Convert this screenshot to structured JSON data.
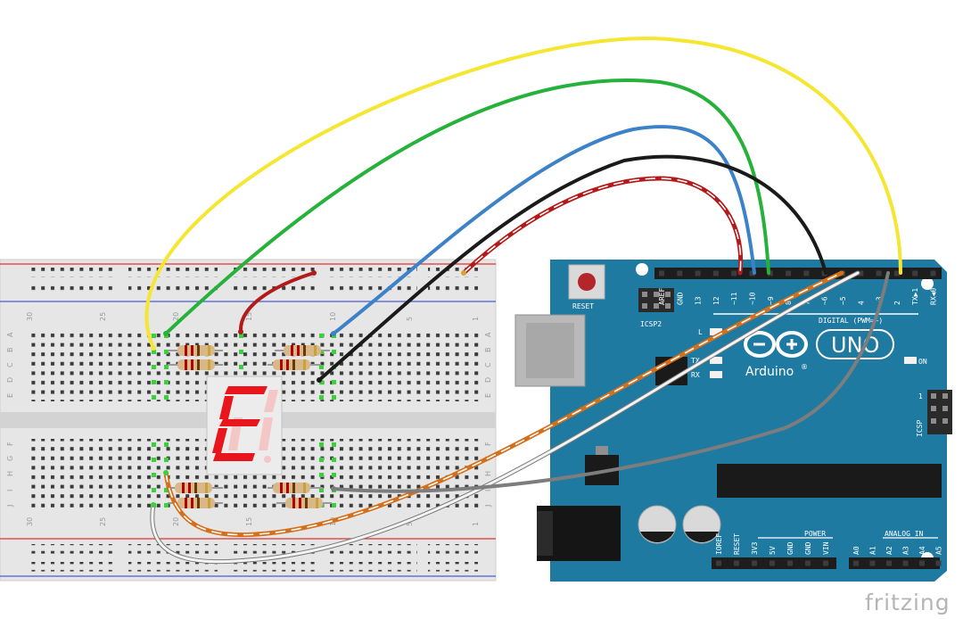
{
  "breadboard": {
    "row_numbers_top": [
      "30",
      "25",
      "20",
      "15",
      "10",
      "5",
      "1"
    ],
    "row_numbers_bottom": [
      "30",
      "25",
      "20",
      "15",
      "10",
      "5",
      "1"
    ],
    "row_letters_top": [
      "A",
      "B",
      "C",
      "D",
      "E"
    ],
    "row_letters_bottom": [
      "F",
      "G",
      "H",
      "I",
      "J"
    ]
  },
  "display": {
    "shown_glyph": "E"
  },
  "arduino": {
    "reset_label": "RESET",
    "icsp2_label": "ICSP2",
    "icsp_label": "ICSP",
    "icsp_pin1": "1",
    "brand_label": "Arduino",
    "brand_suffix": "®",
    "model_label": "UNO",
    "digital_label": "DIGITAL (PWM=~)",
    "on_label": "ON",
    "led_l": "L",
    "led_tx": "TX",
    "led_rx": "RX",
    "power_label": "POWER",
    "analog_label": "ANALOG IN",
    "digital_pins": [
      "AREF",
      "GND",
      "13",
      "12",
      "~11",
      "~10",
      "~9",
      "8",
      "7",
      "~6",
      "~5",
      "4",
      "~3",
      "2",
      "TX▶1",
      "RX◀0"
    ],
    "power_pins": [
      "IOREF",
      "RESET",
      "3V3",
      "5V",
      "GND",
      "GND",
      "VIN"
    ],
    "analog_pins": [
      "A0",
      "A1",
      "A2",
      "A3",
      "A4",
      "A5"
    ]
  },
  "watermark": "fritzing",
  "colors": {
    "board_teal": "#1f7aa1",
    "wire_yellow": "#f5e632",
    "wire_green": "#26b23a",
    "wire_blue": "#3c82c8",
    "wire_black": "#1a1a1a",
    "wire_red": "#b31b1b",
    "wire_orange": "#d4701c",
    "wire_white": "#f4f4f4",
    "wire_gray": "#7d7d7d",
    "segment_on": "#e8161c"
  }
}
